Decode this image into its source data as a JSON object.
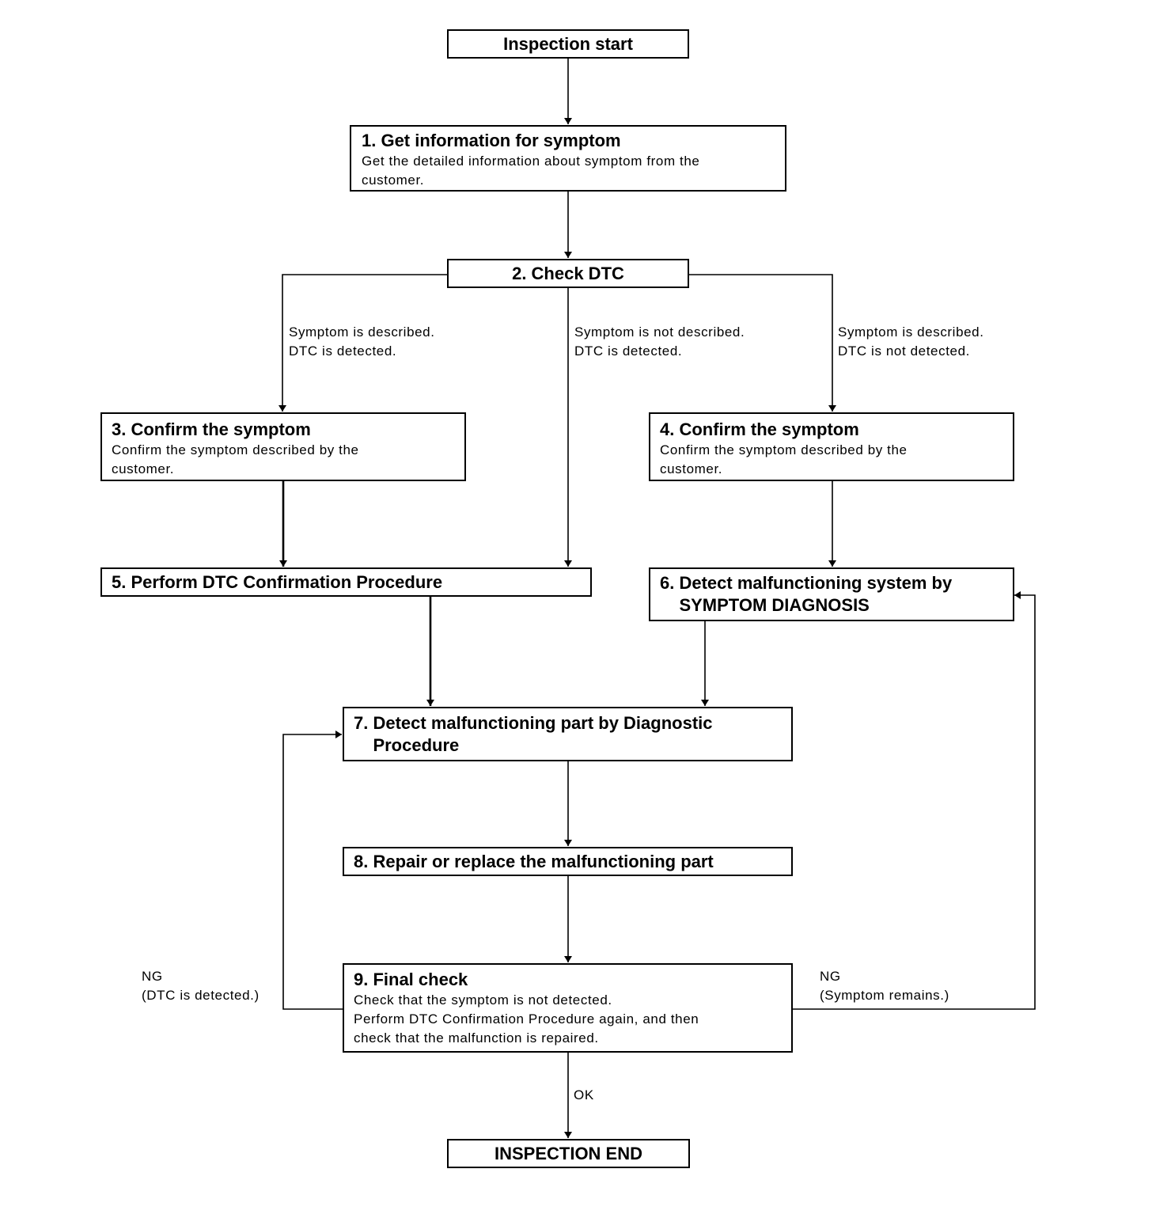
{
  "start": "Inspection start",
  "step1": {
    "title": "1. Get information for symptom",
    "desc": "Get the detailed information about symptom from the\ncustomer."
  },
  "step2": {
    "title": "2. Check DTC"
  },
  "branch_left": "Symptom is described.\nDTC is detected.",
  "branch_middle": "Symptom is not described.\nDTC is detected.",
  "branch_right": "Symptom is described.\nDTC is not detected.",
  "step3": {
    "title": "3. Confirm the symptom",
    "desc": "Confirm the symptom described by the\ncustomer."
  },
  "step4": {
    "title": "4. Confirm the symptom",
    "desc": "Confirm the symptom described by the\ncustomer."
  },
  "step5": {
    "title": "5. Perform DTC Confirmation Procedure"
  },
  "step6": {
    "title": "6. Detect malfunctioning system by\n    SYMPTOM DIAGNOSIS"
  },
  "step7": {
    "title": "7. Detect malfunctioning part by Diagnostic\n    Procedure"
  },
  "step8": {
    "title": "8. Repair or replace the malfunctioning part"
  },
  "step9": {
    "title": "9. Final check",
    "desc": "Check that the symptom is not detected.\nPerform DTC Confirmation Procedure again, and then\ncheck that the malfunction is repaired."
  },
  "ng_left": "NG\n(DTC is detected.)",
  "ng_right": "NG\n(Symptom remains.)",
  "ok": "OK",
  "end": "INSPECTION END"
}
